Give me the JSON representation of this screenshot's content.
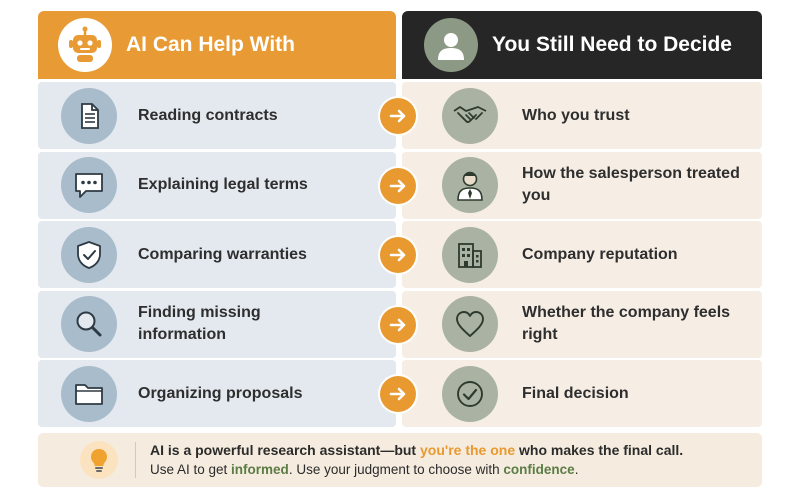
{
  "left_header": {
    "title": "AI Can Help With",
    "icon": "robot-icon"
  },
  "right_header": {
    "title": "You Still Need to Decide",
    "icon": "person-icon"
  },
  "rows": [
    {
      "ai_label": "Reading contracts",
      "ai_icon": "document-icon",
      "human_label": "Who you trust",
      "human_icon": "handshake-icon"
    },
    {
      "ai_label": "Explaining legal terms",
      "ai_icon": "chat-bubble-icon",
      "human_label": "How the salesperson treated you",
      "human_icon": "salesperson-icon"
    },
    {
      "ai_label": "Comparing warranties",
      "ai_icon": "shield-check-icon",
      "human_label": "Company reputation",
      "human_icon": "building-icon"
    },
    {
      "ai_label": "Finding missing information",
      "ai_icon": "magnifier-icon",
      "human_label": "Whether the company feels right",
      "human_icon": "heart-icon"
    },
    {
      "ai_label": "Organizing proposals",
      "ai_icon": "folder-icon",
      "human_label": "Final decision",
      "human_icon": "check-circle-icon"
    }
  ],
  "footer": {
    "icon": "lightbulb-icon",
    "line1_a": "AI is a powerful research assistant—but ",
    "line1_highlight": "you're the one",
    "line1_b": " who makes the final call.",
    "line2_a": "Use AI to get ",
    "line2_highlight1": "informed",
    "line2_b": ". Use your judgment to choose with ",
    "line2_highlight2": "confidence",
    "line2_c": "."
  },
  "colors": {
    "accent_orange": "#e89a35",
    "header_dark": "#262626",
    "left_cell_bg": "#e3e9ef",
    "right_cell_bg": "#f6eee5",
    "footer_bg": "#f5ecdf",
    "green_highlight": "#5c7c45"
  }
}
